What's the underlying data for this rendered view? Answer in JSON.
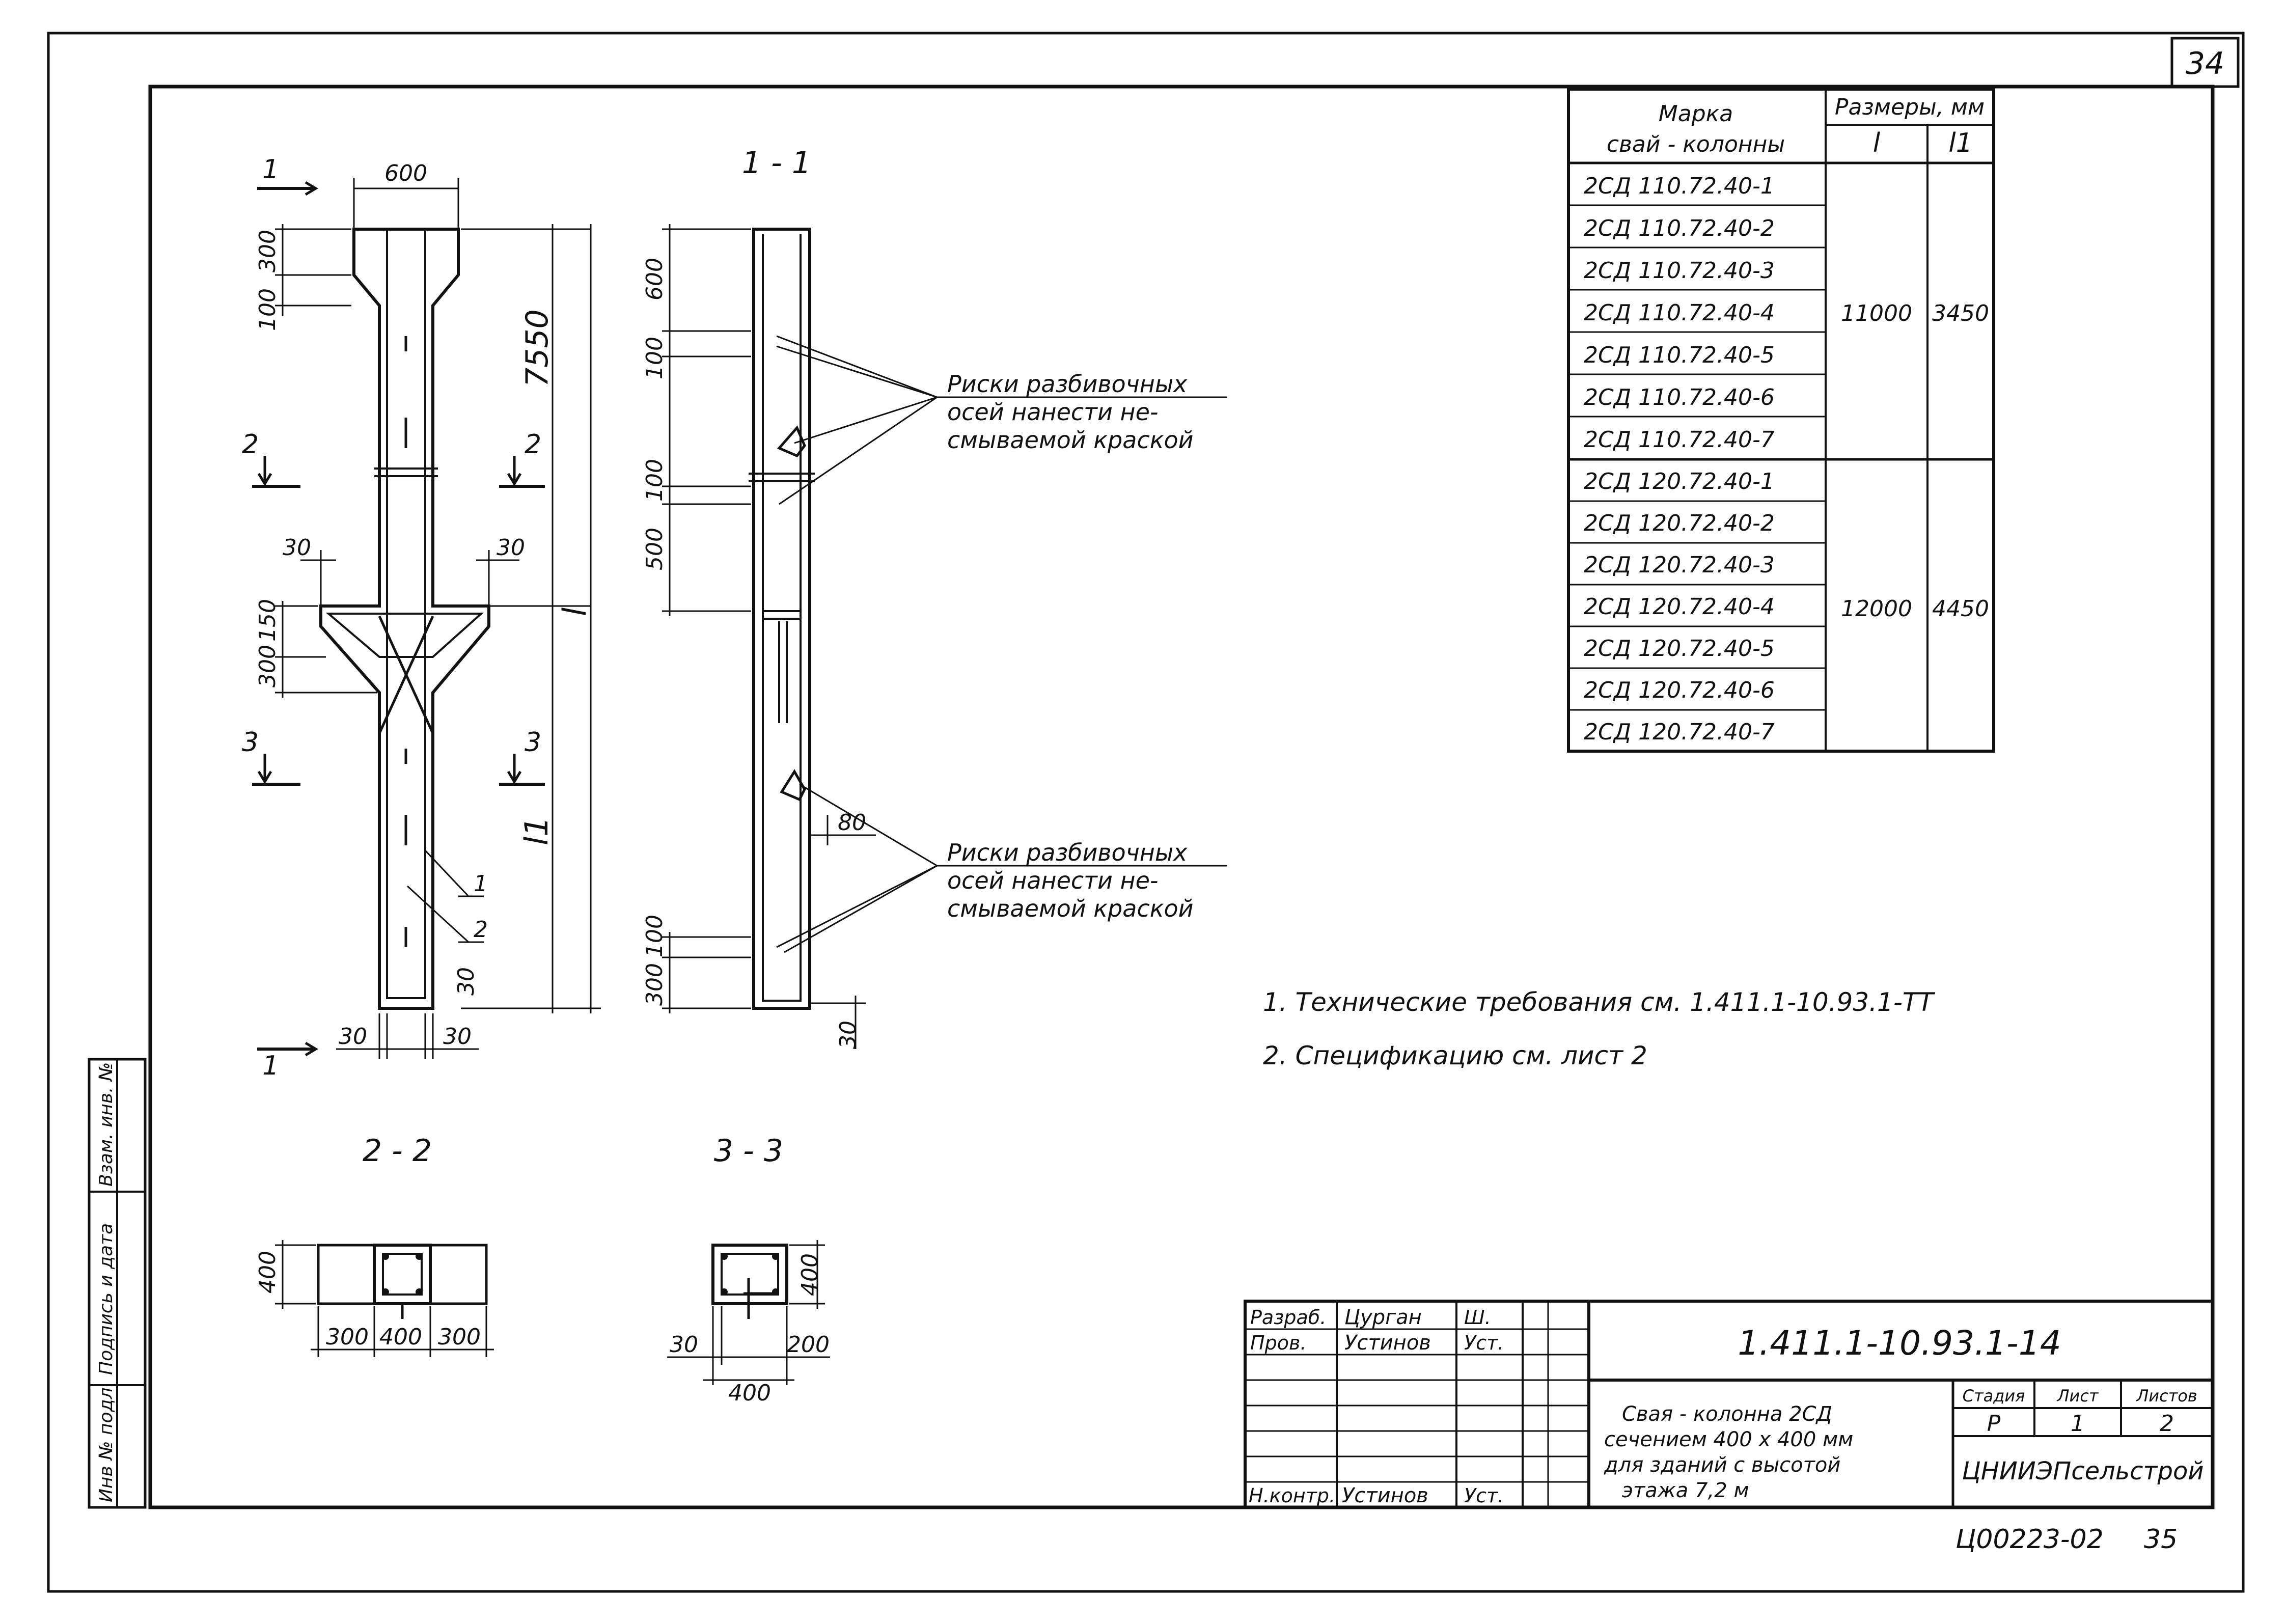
{
  "sheet_number_top": "34",
  "sheet_number_bottom": "35",
  "archive_code": "Ц00223-02",
  "section_labels": {
    "s11": "1 - 1",
    "s22": "2 - 2",
    "s33": "3 - 3",
    "cut1": "1",
    "cut2": "2",
    "cut3": "3"
  },
  "dimensions": {
    "width_600": "600",
    "top_300": "300",
    "top_100": "100",
    "length_7550": "7550",
    "length_l": "l",
    "length_l1": "l1",
    "d30_left": "30",
    "d30_right": "30",
    "d150": "150",
    "d300": "300",
    "bottom_30": "30",
    "bottom_30b": "30",
    "bottom_30c": "30",
    "callout1": "1",
    "callout2": "2",
    "s11_600": "600",
    "s11_100a": "100",
    "s11_100b": "100",
    "s11_500": "500",
    "s11_100c": "100",
    "s11_300": "300",
    "s11_30": "30",
    "s11_80": "80",
    "s22_400": "400",
    "s22_300a": "300",
    "s22_400b": "400",
    "s22_300b": "300",
    "s33_400v": "400",
    "s33_30": "30",
    "s33_200": "200",
    "s33_400h": "400"
  },
  "annotations": {
    "marks1": [
      "Риски разбивочных",
      "осей нанести не-",
      "смываемой краской"
    ],
    "marks2": [
      "Риски разбивочных",
      "осей нанести не-",
      "смываемой краской"
    ]
  },
  "notes": [
    "1. Технические требования см. 1.411.1-10.93.1-ТТ",
    "2. Спецификацию см. лист 2"
  ],
  "table": {
    "header_mark": [
      "Марка",
      "свай - колонны"
    ],
    "header_dims": "Размеры, мм",
    "header_l": "l",
    "header_l1": "l1",
    "group1": {
      "marks": [
        "2СД 110.72.40-1",
        "2СД 110.72.40-2",
        "2СД 110.72.40-3",
        "2СД 110.72.40-4",
        "2СД 110.72.40-5",
        "2СД 110.72.40-6",
        "2СД 110.72.40-7"
      ],
      "l": "11000",
      "l1": "3450"
    },
    "group2": {
      "marks": [
        "2СД 120.72.40-1",
        "2СД 120.72.40-2",
        "2СД 120.72.40-3",
        "2СД 120.72.40-4",
        "2СД 120.72.40-5",
        "2СД 120.72.40-6",
        "2СД 120.72.40-7"
      ],
      "l": "12000",
      "l1": "4450"
    }
  },
  "left_margin_stamps": [
    "Инв № подл.",
    "Подпись и дата",
    "Взам. инв. №"
  ],
  "title_block": {
    "rows": [
      {
        "role": "Разраб.",
        "name": "Цурган",
        "sign": "Ш."
      },
      {
        "role": "Пров.",
        "name": "Устинов",
        "sign": "Уст."
      }
    ],
    "nkontr_role": "Н.контр.",
    "nkontr_name": "Устинов",
    "nkontr_sign": "Уст.",
    "doc_code": "1.411.1-10.93.1-14",
    "title_lines": [
      "Свая - колонна 2СД",
      "сечением 400 х 400 мм",
      "для зданий с высотой",
      "этажа 7,2 м"
    ],
    "stage_label": "Стадия",
    "sheet_label": "Лист",
    "sheets_label": "Листов",
    "stage": "Р",
    "sheet": "1",
    "sheets": "2",
    "organization": "ЦНИИЭПсельстрой"
  }
}
